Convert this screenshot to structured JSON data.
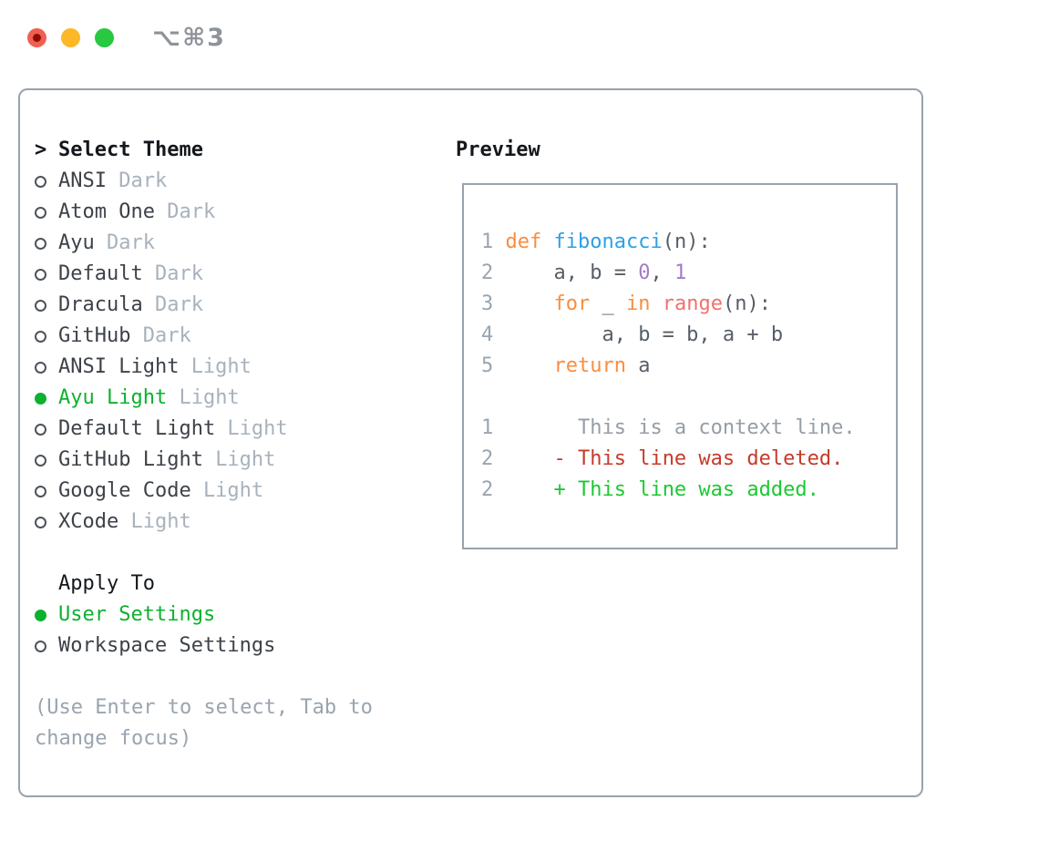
{
  "titlebar": {
    "title": "⌥⌘3",
    "buttons": [
      {
        "name": "close-button",
        "color": "#f15f52",
        "inner_dot_color": "#8e0e03"
      },
      {
        "name": "minimize-button",
        "color": "#fcb827"
      },
      {
        "name": "zoom-button",
        "color": "#28c840"
      }
    ]
  },
  "theme_picker": {
    "header": {
      "prefix": ">",
      "label": "Select Theme"
    },
    "items": [
      {
        "name": "ANSI",
        "variant": "Dark",
        "selected": false
      },
      {
        "name": "Atom One",
        "variant": "Dark",
        "selected": false
      },
      {
        "name": "Ayu",
        "variant": "Dark",
        "selected": false
      },
      {
        "name": "Default",
        "variant": "Dark",
        "selected": false
      },
      {
        "name": "Dracula",
        "variant": "Dark",
        "selected": false
      },
      {
        "name": "GitHub",
        "variant": "Dark",
        "selected": false
      },
      {
        "name": "ANSI Light",
        "variant": "Light",
        "selected": false
      },
      {
        "name": "Ayu Light",
        "variant": "Light",
        "selected": true
      },
      {
        "name": "Default Light",
        "variant": "Light",
        "selected": false
      },
      {
        "name": "GitHub Light",
        "variant": "Light",
        "selected": false
      },
      {
        "name": "Google Code",
        "variant": "Light",
        "selected": false
      },
      {
        "name": "XCode",
        "variant": "Light",
        "selected": false
      }
    ],
    "apply_to": {
      "label": "Apply To",
      "options": [
        {
          "label": "User Settings",
          "selected": true
        },
        {
          "label": "Workspace Settings",
          "selected": false
        }
      ]
    },
    "hint": "(Use Enter to select, Tab to change focus)"
  },
  "preview": {
    "label": "Preview",
    "lines": [
      {
        "num": "1",
        "segments": [
          {
            "t": "def ",
            "s": "kw"
          },
          {
            "t": "fibonacci",
            "s": "fn"
          },
          {
            "t": "(n):",
            "s": "pl"
          }
        ]
      },
      {
        "num": "2",
        "segments": [
          {
            "t": "    a, b = ",
            "s": "pl"
          },
          {
            "t": "0",
            "s": "num"
          },
          {
            "t": ", ",
            "s": "pl"
          },
          {
            "t": "1",
            "s": "num"
          }
        ]
      },
      {
        "num": "3",
        "segments": [
          {
            "t": "    ",
            "s": "pl"
          },
          {
            "t": "for",
            "s": "kw"
          },
          {
            "t": " _ ",
            "s": "pl"
          },
          {
            "t": "in",
            "s": "kw"
          },
          {
            "t": " ",
            "s": "pl"
          },
          {
            "t": "range",
            "s": "sp"
          },
          {
            "t": "(n):",
            "s": "pl"
          }
        ]
      },
      {
        "num": "4",
        "segments": [
          {
            "t": "        a, b = b, a + b",
            "s": "pl"
          }
        ]
      },
      {
        "num": "5",
        "segments": [
          {
            "t": "    ",
            "s": "pl"
          },
          {
            "t": "return",
            "s": "kw"
          },
          {
            "t": " a",
            "s": "pl"
          }
        ]
      },
      {
        "num": "",
        "segments": []
      },
      {
        "num": "1",
        "segments": [
          {
            "t": "      This is a context line.",
            "s": "ctx"
          }
        ]
      },
      {
        "num": "2",
        "segments": [
          {
            "t": "    ",
            "s": "pl"
          },
          {
            "t": "- This line was deleted.",
            "s": "del"
          }
        ]
      },
      {
        "num": "2",
        "segments": [
          {
            "t": "    ",
            "s": "pl"
          },
          {
            "t": "+ This line was added.",
            "s": "add"
          }
        ]
      }
    ]
  },
  "colors": {
    "selection_green": "#0db12f",
    "added_green": "#1dc832",
    "deleted_red": "#c43b2a",
    "keyword_orange": "#fa8d3e",
    "function_blue": "#2da0e6",
    "special_pink": "#f07171",
    "number_purple": "#a37acc",
    "muted_gray": "#a8b2bc",
    "border_gray": "#99a2ad"
  }
}
